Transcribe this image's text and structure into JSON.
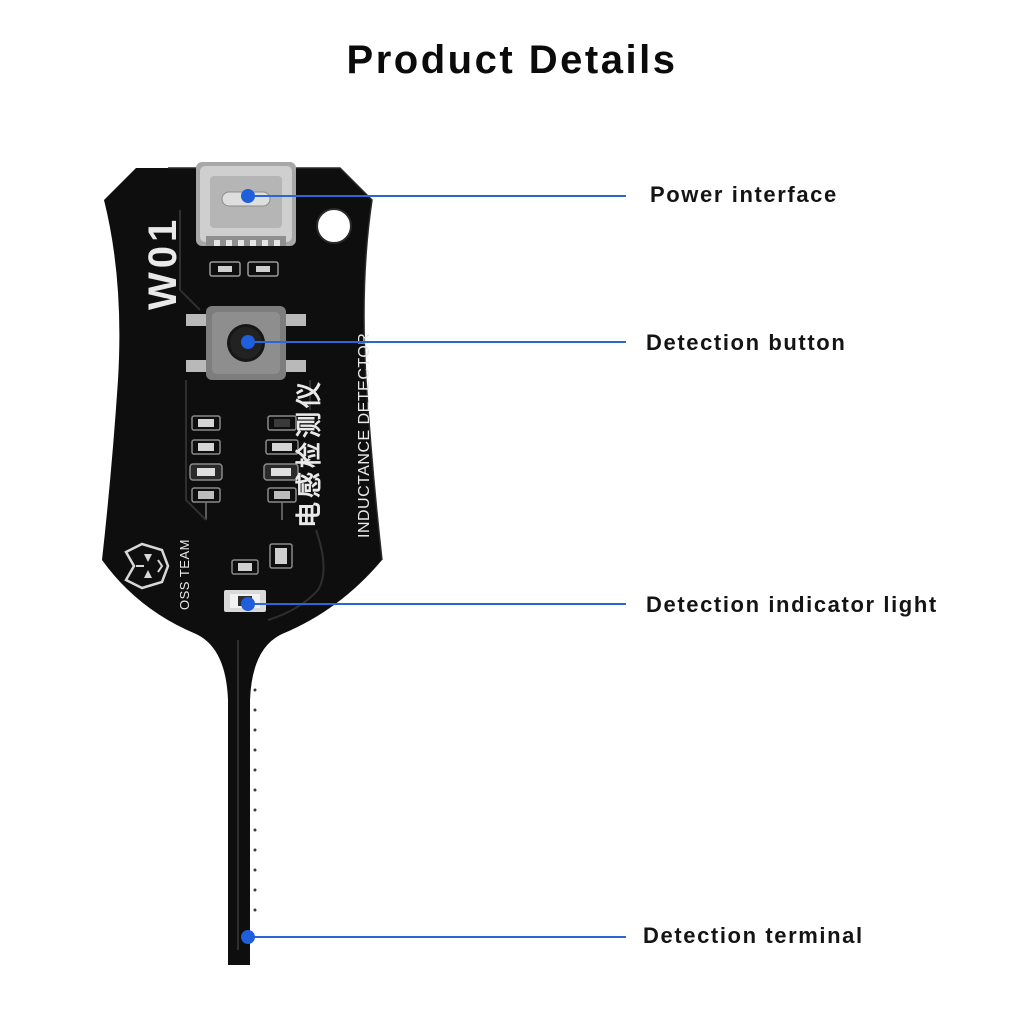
{
  "page": {
    "title": "Product Details"
  },
  "callouts": [
    {
      "label": "Power interface"
    },
    {
      "label": "Detection button"
    },
    {
      "label": "Detection indicator light"
    },
    {
      "label": "Detection terminal"
    }
  ],
  "device": {
    "model": "W01",
    "name_cn": "电感检测仪",
    "name_en": "INDUCTANCE DETECTOR",
    "brand": "OSS TEAM"
  },
  "colors": {
    "accent_line": "#2b66d9",
    "accent_dot": "#1f5fdc",
    "board": "#0e0e0e",
    "board_text": "#e9e9e9",
    "title_text": "#0b0b0b"
  },
  "icons": {
    "brand_logo": "tiger-head-logo"
  }
}
